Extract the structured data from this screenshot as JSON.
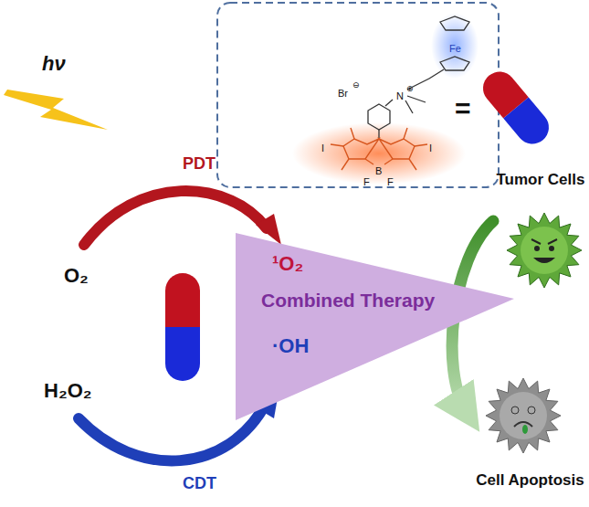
{
  "diagram": {
    "nodes": [
      {
        "text": [
          "¹O₂",
          "Combined Therapy",
          "·OH"
        ]
      },
      {
        "text": [
          "Tumor Cells"
        ]
      },
      {
        "text": [
          "Cell Apoptosis"
        ]
      }
    ],
    "edges": [
      {
        "from": 1,
        "to": 2,
        "arrow": "to"
      }
    ],
    "labels": [
      "hν",
      "PDT",
      "O₂",
      "H₂O₂",
      "CDT",
      "Br",
      "⊖",
      "N",
      "⊕",
      "Fe",
      "I",
      "I",
      "B",
      "F",
      "F",
      "="
    ]
  }
}
